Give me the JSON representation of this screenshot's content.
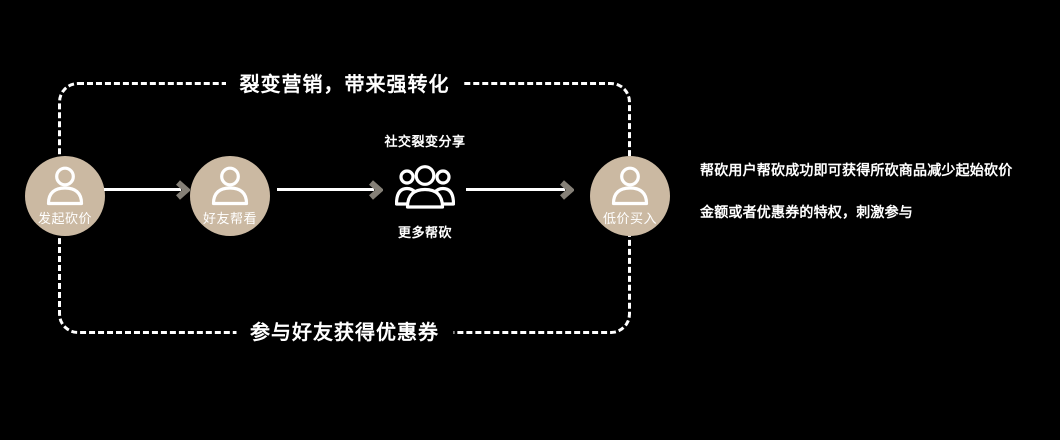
{
  "diagram_type": "flow-diagram",
  "colors": {
    "background": "#000000",
    "node_fill": "#cbb9a2",
    "text": "#ffffff",
    "frame_border": "#ffffff",
    "arrow_shaft": "#ffffff",
    "arrow_head": "#858077"
  },
  "frame": {
    "title": "裂变营销，带来强转化",
    "footer": "参与好友获得优惠券"
  },
  "flow": {
    "nodes": [
      {
        "id": "initiate",
        "icon": "person-icon",
        "label": "发起砍价"
      },
      {
        "id": "friends-view",
        "icon": "person-icon",
        "label": "好友帮看"
      },
      {
        "id": "social-share",
        "icon": "group-icon",
        "top_label": "社交裂变分享",
        "bottom_label": "更多帮砍"
      },
      {
        "id": "buy-low",
        "icon": "person-icon",
        "label": "低价买入"
      }
    ],
    "arrows": [
      "arrow-right-icon",
      "arrow-right-icon",
      "arrow-right-icon"
    ]
  },
  "description": {
    "line1": "帮砍用户帮砍成功即可获得所砍商品减少起始砍价",
    "line2": "金额或者优惠券的特权，刺激参与"
  }
}
